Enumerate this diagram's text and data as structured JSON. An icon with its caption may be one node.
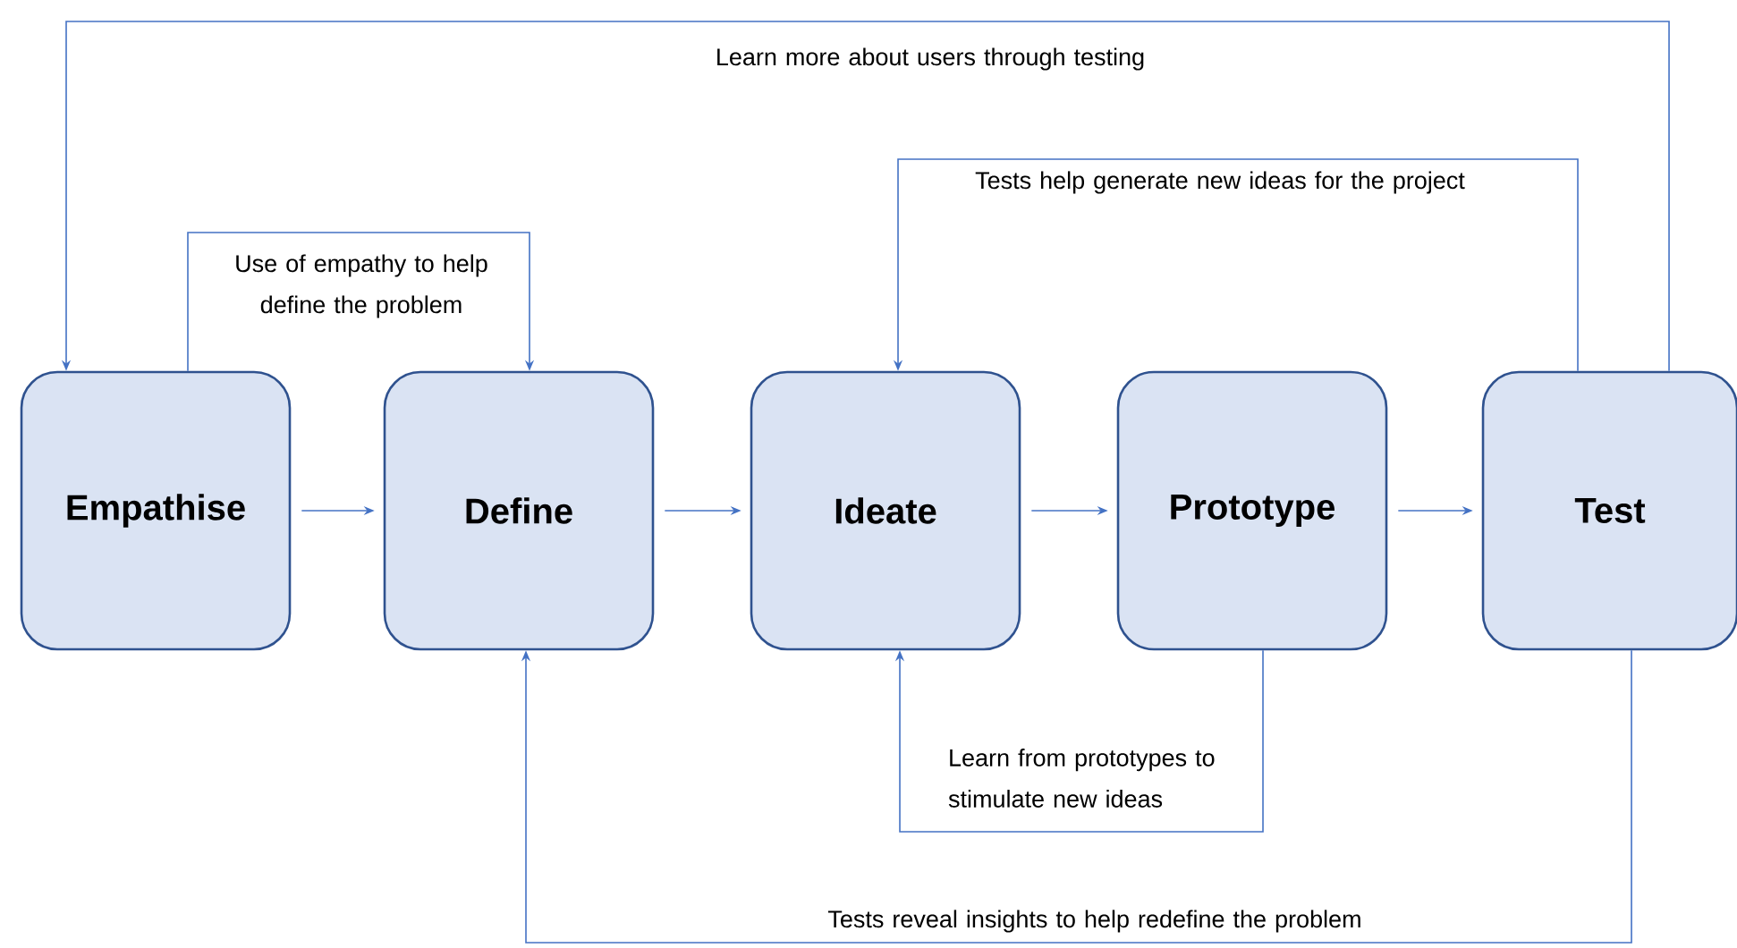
{
  "diagram": {
    "nodes": [
      {
        "text": [
          "Empathise"
        ]
      },
      {
        "text": [
          "Define"
        ]
      },
      {
        "text": [
          "Ideate"
        ]
      },
      {
        "text": [
          "Prototype"
        ]
      },
      {
        "text": [
          "Test"
        ]
      }
    ],
    "edges": [
      {
        "from": 0,
        "to": 1,
        "arrow": "to"
      },
      {
        "from": 1,
        "to": 2,
        "arrow": "to"
      },
      {
        "from": 2,
        "to": 3,
        "arrow": "to"
      },
      {
        "from": 3,
        "to": 4,
        "arrow": "to"
      },
      {
        "from": 0,
        "to": 1,
        "arrow": "to",
        "label": "Use of empathy to help define the problem"
      },
      {
        "from": 4,
        "to": 0,
        "arrow": "to",
        "label": "Learn more about users through testing"
      },
      {
        "from": 4,
        "to": 2,
        "arrow": "to",
        "label": "Tests help generate new ideas for the project"
      },
      {
        "from": 3,
        "to": 2,
        "arrow": "to",
        "label": "Learn from prototypes to stimulate new ideas"
      },
      {
        "from": 4,
        "to": 1,
        "arrow": "to",
        "label": "Tests reveal insights to help redefine the problem"
      }
    ]
  }
}
